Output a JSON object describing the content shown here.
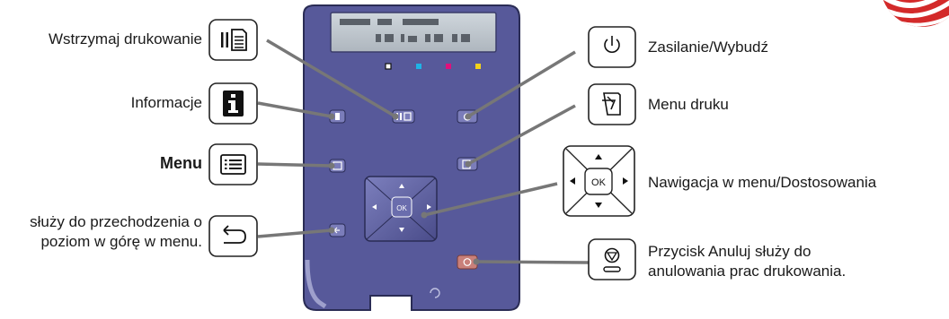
{
  "labels": {
    "pause": "Wstrzymaj drukowanie",
    "info": "Informacje",
    "menu": "Menu",
    "back_line1": "służy do przechodzenia o",
    "back_line2": "poziom w górę w menu.",
    "power": "Zasilanie/Wybudź",
    "print_menu": "Menu druku",
    "navigation": "Nawigacja w menu/Dostosowania",
    "cancel_line1": "Przycisk Anuluj służy do",
    "cancel_line2": "anulowania prac drukowania."
  },
  "ok_label": "OK",
  "icons": [
    "pause-print-icon",
    "info-icon",
    "menu-icon",
    "back-icon",
    "power-icon",
    "print-menu-icon",
    "nav-ok-icon",
    "cancel-icon"
  ],
  "colors": {
    "panel": "#57599a",
    "panel_border": "#2a2c55",
    "cancel_button": "#c9807a",
    "led_cyan": "#1fb3e6",
    "led_magenta": "#e0107c",
    "led_yellow": "#f3d21a"
  }
}
